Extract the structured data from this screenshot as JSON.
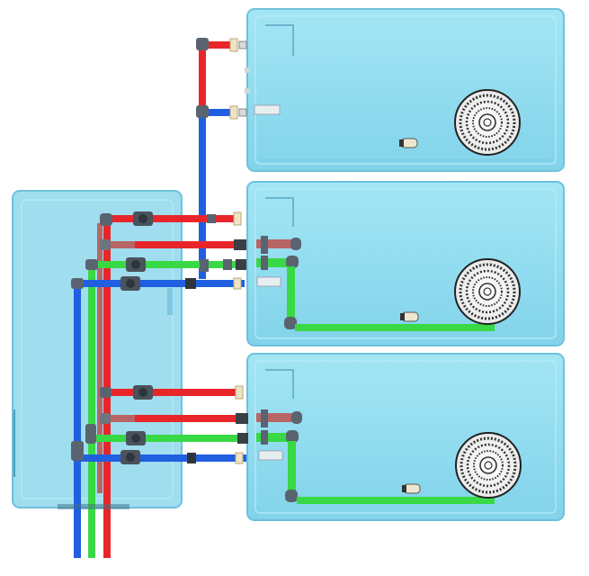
{
  "diagram": {
    "kind": "plumbing-layout",
    "pipe_colors": {
      "hot_supply": "#e8262a",
      "hot_return": "#b86565",
      "cold": "#1f5fe0",
      "green_line": "#39d845",
      "fitting": "#5a6470"
    },
    "tank_fill": "#8fdcef",
    "tank_stroke": "#5ab4d4",
    "tanks": [
      {
        "name": "tank-top",
        "has_filter": true,
        "has_drain": true
      },
      {
        "name": "tank-middle",
        "has_filter": true,
        "has_drain": true
      },
      {
        "name": "tank-bottom",
        "has_filter": true,
        "has_drain": true
      }
    ],
    "main_reservoir": {
      "name": "main-reservoir"
    },
    "icons": [
      "filter-disc-icon",
      "drain-nozzle-icon",
      "valve-icon",
      "elbow-fitting-icon"
    ]
  }
}
